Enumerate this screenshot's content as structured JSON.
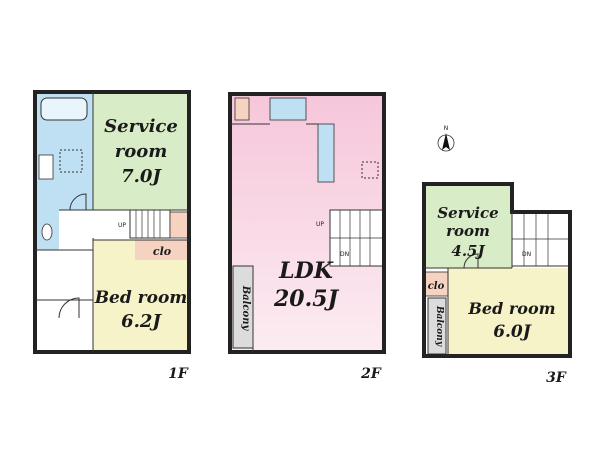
{
  "floors": [
    {
      "level": "1F",
      "rooms": [
        {
          "line1": "Service",
          "line2": "room",
          "size": "7.0J"
        },
        {
          "line1": "Bed room",
          "size": "6.2J"
        },
        {
          "name": "clo"
        }
      ],
      "stair": "UP"
    },
    {
      "level": "2F",
      "rooms": [
        {
          "line1": "LDK",
          "size": "20.5J"
        },
        {
          "name": "Balcony"
        }
      ],
      "stair_up": "UP",
      "stair_dn": "DN"
    },
    {
      "level": "3F",
      "rooms": [
        {
          "line1": "Service",
          "line2": "room",
          "size": "4.5J"
        },
        {
          "line1": "Bed room",
          "size": "6.0J"
        },
        {
          "name": "clo"
        },
        {
          "name": "Balcony"
        }
      ],
      "stair": "DN"
    }
  ],
  "compass": {
    "label": "N",
    "icon": "north-arrow-icon"
  },
  "colors": {
    "service_room": "#d9ecc8",
    "bed_room": "#f7f3c8",
    "ldk_pink": "#f8d0e0",
    "ldk_light": "#fbe6ee",
    "clo": "#f6d2c0",
    "wet_area": "#bfe0f2",
    "balcony": "#dcdcdc",
    "wall": "#222222"
  }
}
